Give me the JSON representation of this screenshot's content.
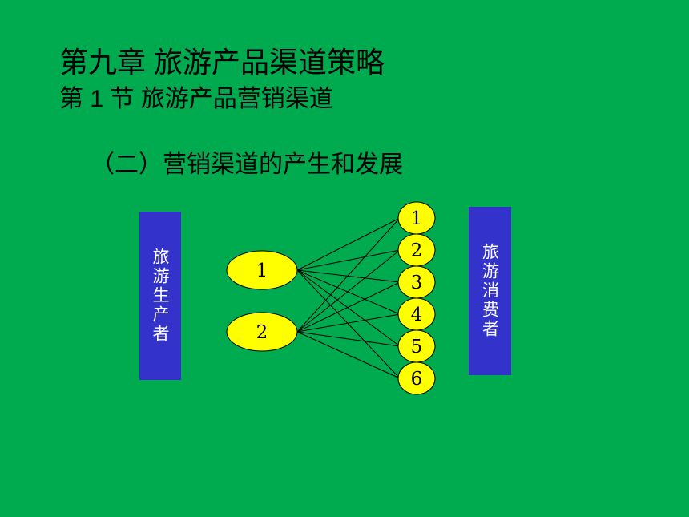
{
  "slide": {
    "title": "第九章  旅游产品渠道策略",
    "subtitle": "第 1 节  旅游产品营销渠道",
    "section_heading": "（二）营销渠道的产生和发展"
  },
  "diagram": {
    "producer_label": "旅游生产者",
    "consumer_label": "旅游消费者",
    "producers": [
      "1",
      "2"
    ],
    "intermediaries": [
      "1",
      "2",
      "3",
      "4",
      "5",
      "6"
    ],
    "node_fill": "#FFFF00",
    "box_fill": "#3333CC",
    "background": "#00AA4F"
  }
}
